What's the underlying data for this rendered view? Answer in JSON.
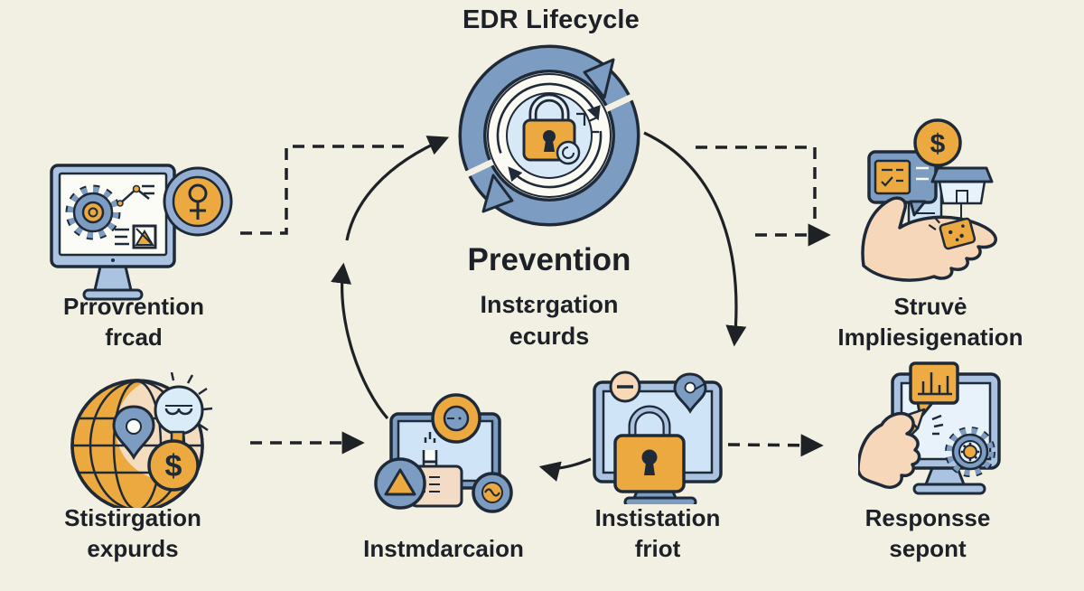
{
  "title": "EDR Lifecycle",
  "center": {
    "heading": "Prevention",
    "sub1": "Instɛrgation",
    "sub2": "ecurds"
  },
  "nodes": {
    "top_left": {
      "line1": "Prrovɾention",
      "line2": "frcad",
      "icon": "monitor-gear-analytics"
    },
    "bottom_left": {
      "line1": "Stistirgation",
      "line2": "expurds",
      "icon": "globe-location-dollar"
    },
    "bottom_center": {
      "line1": "Instmdarcaion",
      "line2": "",
      "icon": "monitor-alert-scan"
    },
    "bottom_mid": {
      "line1": "Instistation",
      "line2": "friot",
      "icon": "monitor-padlock"
    },
    "top_right": {
      "line1": "Struvė",
      "line2": "Impliesigenation",
      "icon": "hand-payment-items"
    },
    "bottom_right": {
      "line1": "Responsse",
      "line2": "sepont",
      "icon": "hand-pencil-monitor-gear"
    }
  },
  "glyphs": {
    "dollar_globe": "$",
    "dollar_coin": "$"
  },
  "colors": {
    "background": "#f2f0e2",
    "outline": "#1f2a38",
    "text": "#1d2127",
    "blue": "#7d9cc1",
    "blue_light_frame": "#a9c3e1",
    "screen_blue": "#cfe4f6",
    "screen_pale": "#e7f2fb",
    "inner_circle": "#d7e8f7",
    "orange": "#eba93f",
    "beige_card": "#f3dcc5",
    "skin": "#f6d7ba"
  }
}
